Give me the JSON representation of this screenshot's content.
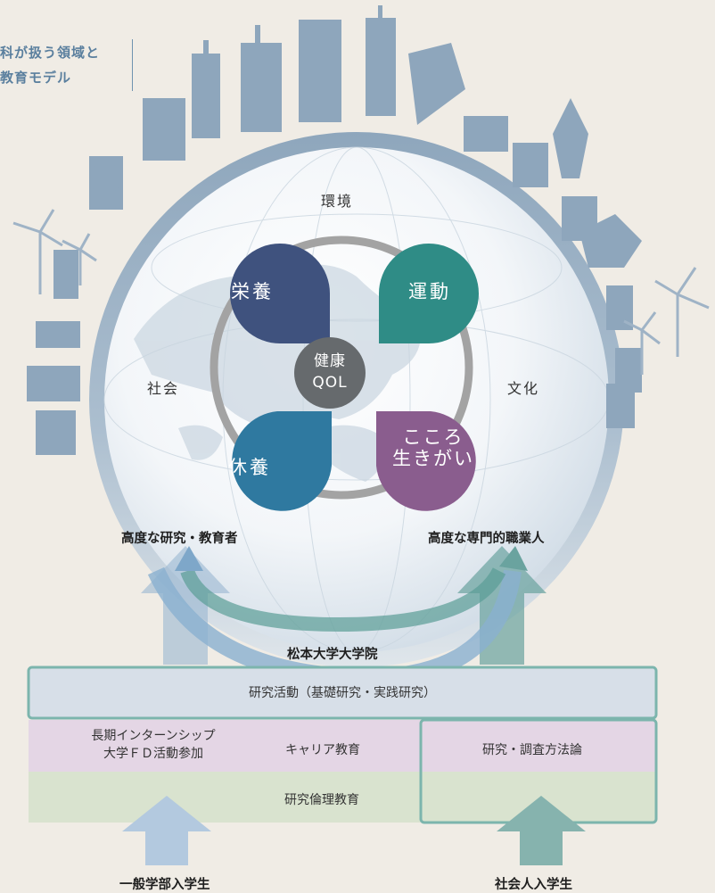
{
  "title": {
    "line1": "科が扱う領域と",
    "line2": "教育モデル"
  },
  "globe": {
    "top_label": "環境",
    "left_label": "社会",
    "right_label": "文化"
  },
  "center": {
    "line1": "健康",
    "line2": "QOL"
  },
  "petals": {
    "nutrition": "栄養",
    "exercise": "運動",
    "rest": "休養",
    "mind_line1": "こころ",
    "mind_line2": "生きがい"
  },
  "outcomes": {
    "left": "高度な研究・教育者",
    "right": "高度な専門的職業人"
  },
  "graduate_school": "松本大学大学院",
  "research_activity": "研究活動（基礎研究・実践研究）",
  "rows": {
    "internship_line1": "長期インターンシップ",
    "internship_line2": "大学ＦＤ活動参加",
    "career": "キャリア教育",
    "methods": "研究・調査方法論",
    "ethics": "研究倫理教育"
  },
  "entrants": {
    "left": "一般学部入学生",
    "right": "社会人入学生"
  },
  "colors": {
    "background": "#f0ece5",
    "nutrition": "#3f527e",
    "exercise": "#2f8c86",
    "rest": "#2f79a0",
    "mind": "#8a5d8e",
    "center": "#666a6d",
    "ring": "#a3a3a3",
    "city": "#8ea6bc",
    "research_box": "#d7dfe8",
    "frame": "#7cb5ad",
    "purple_row": "#e4d6e5",
    "green_row": "#d9e3cf",
    "arrow_blue": "#9ab7d2",
    "arrow_teal": "#6aa39f"
  }
}
